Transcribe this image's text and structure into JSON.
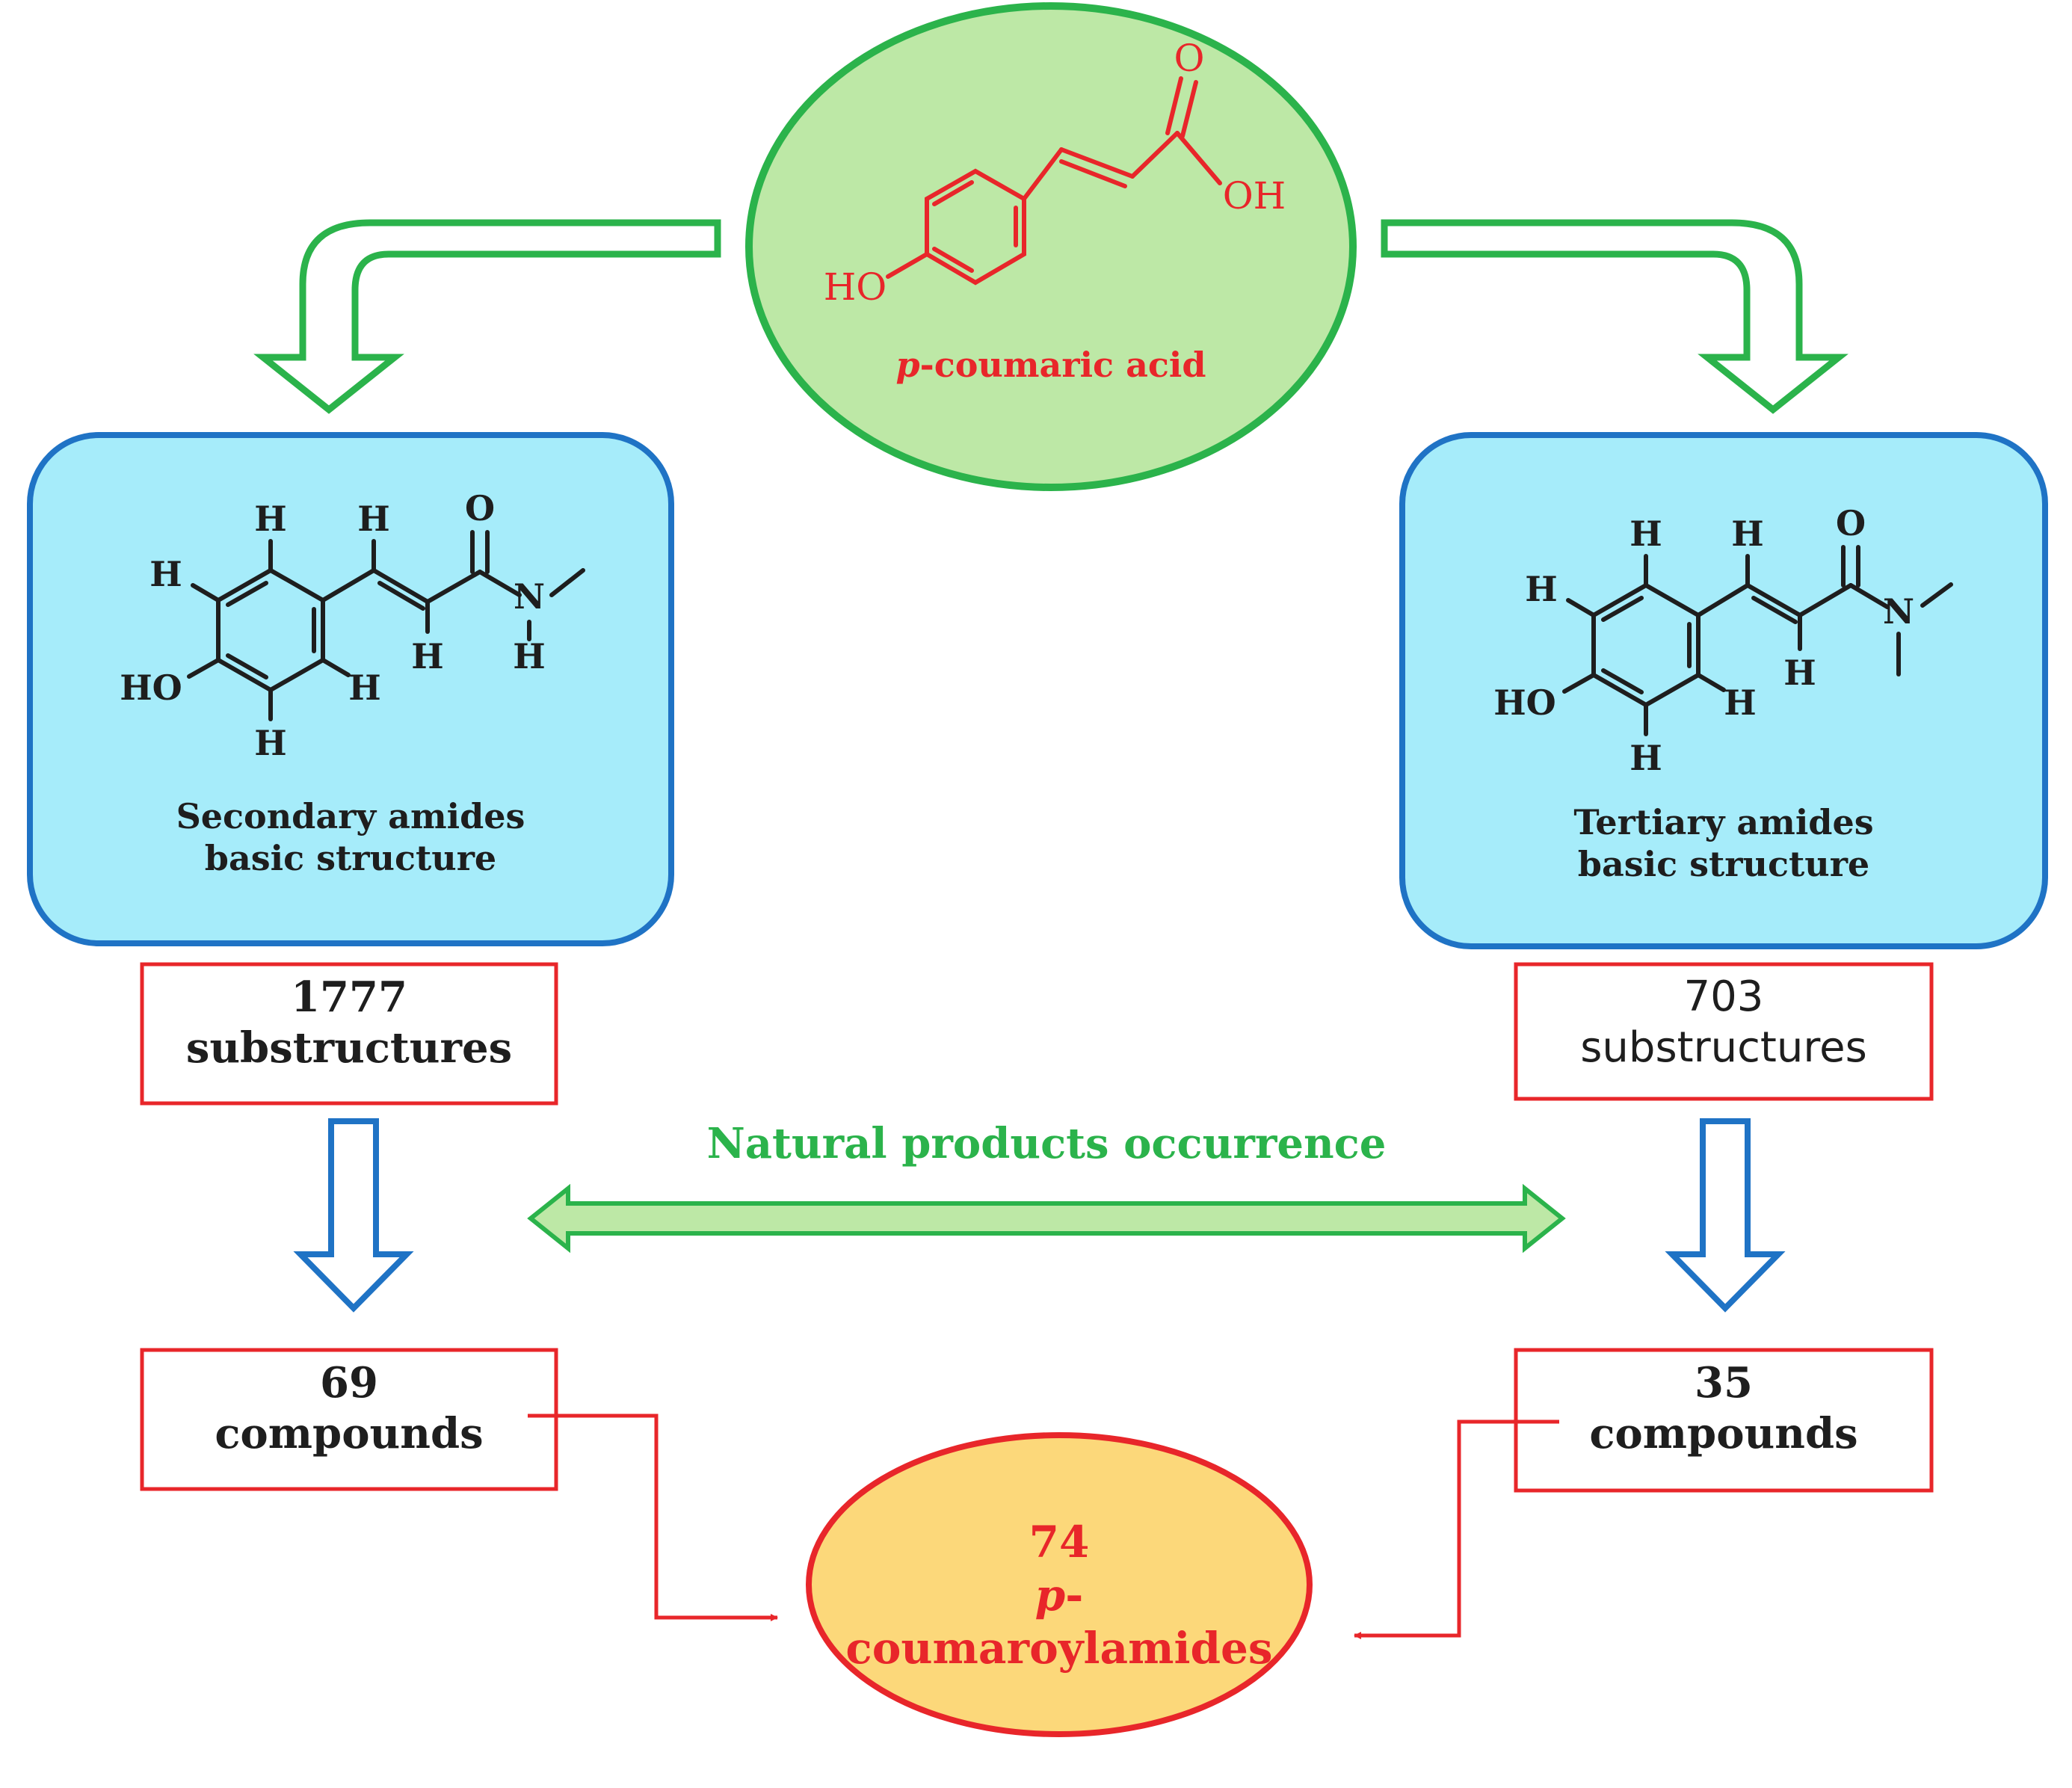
{
  "start_node": {
    "compound_label_italic": "p",
    "compound_label_rest": "-coumaric acid",
    "atoms": {
      "oh_left": "HO",
      "o_top": "O",
      "oh_right": "OH"
    }
  },
  "secondary_box": {
    "title_line1": "Secondary amides",
    "title_line2": "basic structure",
    "atoms": {
      "h1": "H",
      "h2": "H",
      "h3": "H",
      "h4": "H",
      "h5": "H",
      "h6": "H",
      "h7": "H",
      "o": "O",
      "n": "N",
      "ho": "HO"
    }
  },
  "tertiary_box": {
    "title_line1": "Tertiary amides",
    "title_line2": "basic structure",
    "atoms": {
      "h1": "H",
      "h2": "H",
      "h3": "H",
      "h4": "H",
      "h5": "H",
      "h6": "H",
      "o": "O",
      "n": "N",
      "ho": "HO"
    }
  },
  "count_left_substructures": {
    "number": "1777",
    "unit": "substructures"
  },
  "count_right_substructures": {
    "number": "703",
    "unit": "substructures"
  },
  "count_left_compounds": {
    "number": "69",
    "unit": "compounds"
  },
  "count_right_compounds": {
    "number": "35",
    "unit": "compounds"
  },
  "middle_label": "Natural products occurrence",
  "result_node": {
    "number": "74",
    "label_italic": "p",
    "label_rest": "-coumaroylamides"
  },
  "colors": {
    "green_stroke": "#2bb34b",
    "green_fill": "#bde8a6",
    "blue_stroke": "#1f73c5",
    "cyan_fill": "#a6ecfa",
    "red": "#e8262a",
    "yellow_fill": "#fcd87a",
    "text_dark": "#1e1e1e"
  }
}
